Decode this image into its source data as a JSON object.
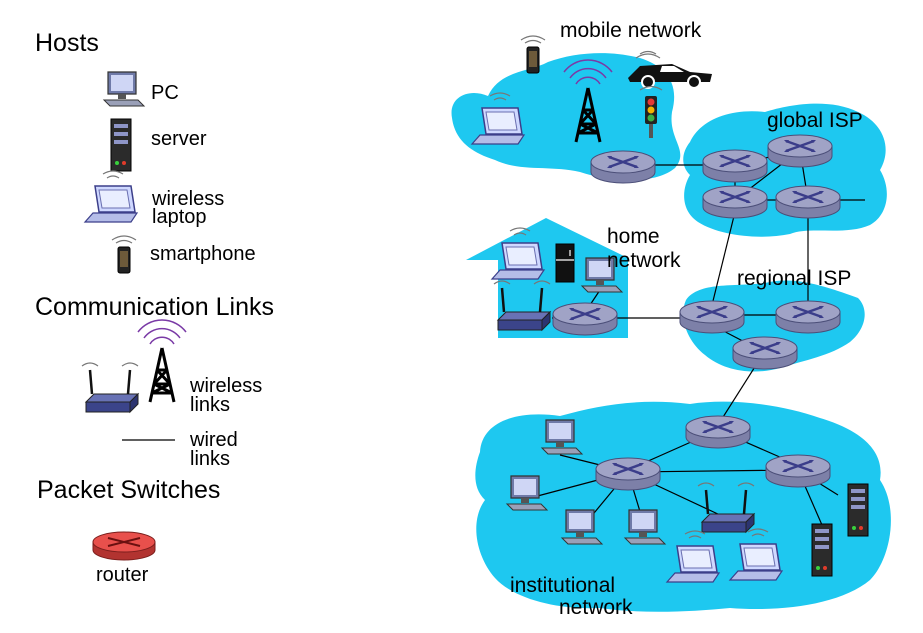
{
  "legend": {
    "hosts_title": "Hosts",
    "pc": "PC",
    "server": "server",
    "wireless_laptop": [
      "wireless",
      "laptop"
    ],
    "smartphone": "smartphone",
    "links_title": "Communication Links",
    "wireless_links": [
      "wireless",
      "links"
    ],
    "wired_links": [
      "wired",
      "links"
    ],
    "switches_title": "Packet Switches",
    "router": "router"
  },
  "networks": {
    "mobile": "mobile network",
    "global_isp": "global ISP",
    "home": [
      "home",
      "network"
    ],
    "regional_isp": "regional ISP",
    "institutional": [
      "institutional",
      "network"
    ]
  },
  "colors": {
    "cloud": "#1ec8f0",
    "router_body": "#a0a3c6",
    "router_edge": "#4b4e78",
    "router_cross": "#3b3d8a",
    "legend_router": "#e8504c",
    "wire": "#000000"
  }
}
